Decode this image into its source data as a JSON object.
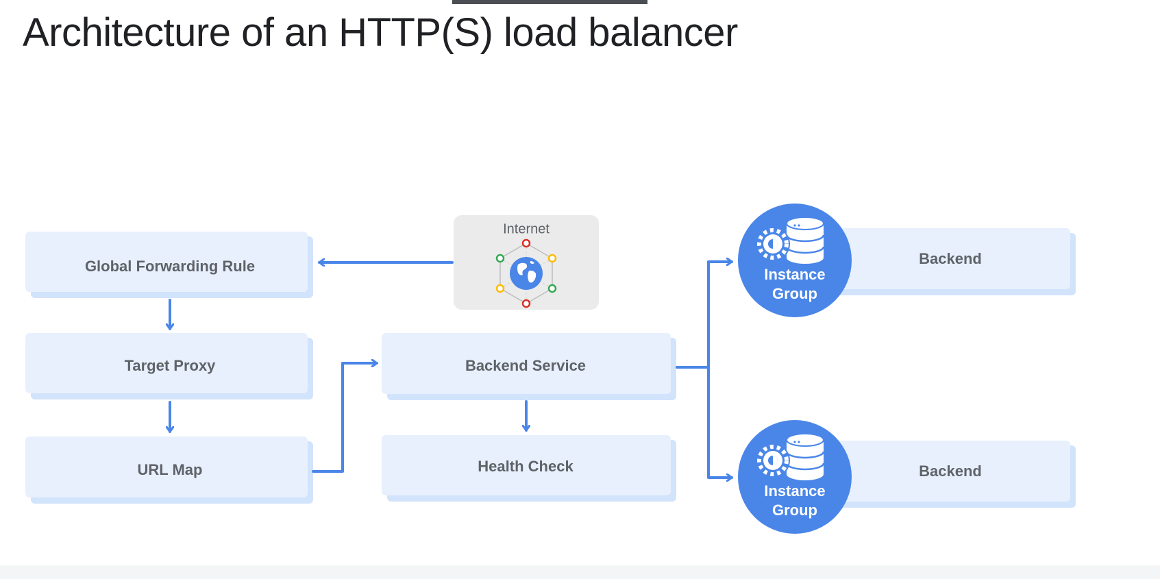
{
  "title": "Architecture of an HTTP(S) load balancer",
  "internet": {
    "label": "Internet"
  },
  "components": {
    "global_forwarding_rule": "Global Forwarding Rule",
    "target_proxy": "Target Proxy",
    "url_map": "URL Map",
    "backend_service": "Backend Service",
    "health_check": "Health Check"
  },
  "backends": [
    {
      "group_line1": "Instance",
      "group_line2": "Group",
      "label": "Backend"
    },
    {
      "group_line1": "Instance",
      "group_line2": "Group",
      "label": "Backend"
    }
  ],
  "colors": {
    "accent_blue": "#4a86e8",
    "box_fill": "#e8f0fe",
    "box_shadow": "#d2e3fc",
    "text_gray": "#5f6368",
    "internet_bg": "#ebebeb"
  },
  "icons": {
    "internet": "globe-network-icon",
    "instance_group": "database-gear-icon"
  }
}
